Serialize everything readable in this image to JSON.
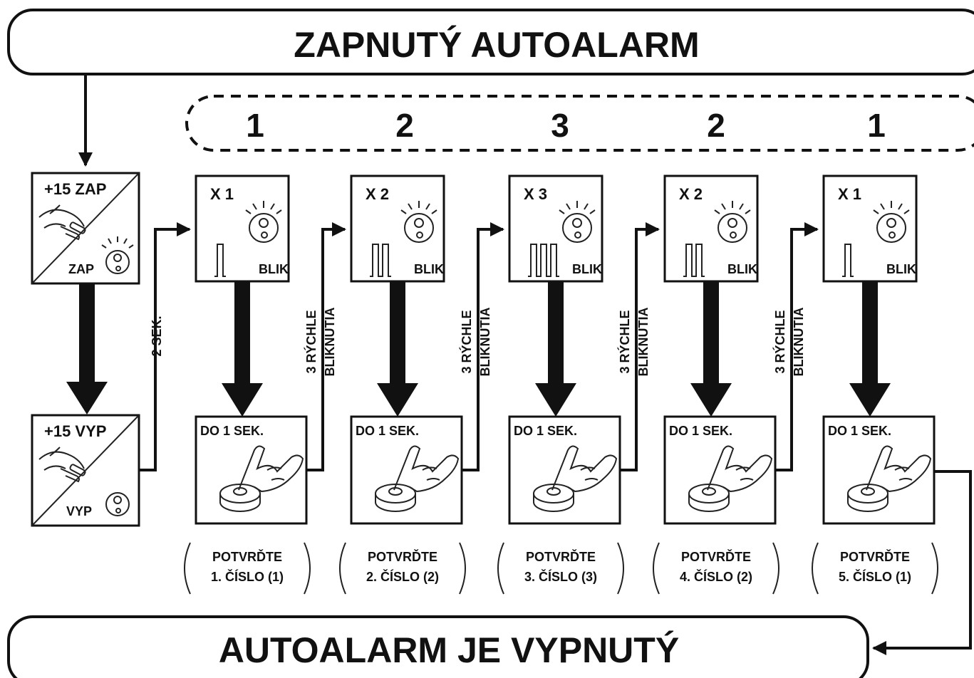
{
  "header": {
    "title": "ZAPNUTÝ AUTOALARM"
  },
  "footer": {
    "title": "AUTOALARM JE VYPNUTÝ"
  },
  "code_digits": [
    "1",
    "2",
    "3",
    "2",
    "1"
  ],
  "ignition": {
    "on_title": "+15 ZAP",
    "on_label": "ZAP",
    "off_title": "+15 VYP",
    "off_label": "VYP",
    "wait_label": "2 SEK."
  },
  "steps": [
    {
      "count": "X 1",
      "blink_label": "BLIK",
      "pulses": 1,
      "press_label": "DO 1 SEK.",
      "confirm_line1": "POTVRĎTE",
      "confirm_line2": "1. ČÍSLO (1)",
      "connector_line1": "3 RÝCHLE",
      "connector_line2": "BLIKNUTIA"
    },
    {
      "count": "X 2",
      "blink_label": "BLIK",
      "pulses": 2,
      "press_label": "DO 1 SEK.",
      "confirm_line1": "POTVRĎTE",
      "confirm_line2": "2. ČÍSLO (2)",
      "connector_line1": "3 RÝCHLE",
      "connector_line2": "BLIKNUTIA"
    },
    {
      "count": "X 3",
      "blink_label": "BLIK",
      "pulses": 3,
      "press_label": "DO 1 SEK.",
      "confirm_line1": "POTVRĎTE",
      "confirm_line2": "3. ČÍSLO (3)",
      "connector_line1": "3 RÝCHLE",
      "connector_line2": "BLIKNUTIA"
    },
    {
      "count": "X 2",
      "blink_label": "BLIK",
      "pulses": 2,
      "press_label": "DO 1 SEK.",
      "confirm_line1": "POTVRĎTE",
      "confirm_line2": "4. ČÍSLO (2)",
      "connector_line1": "3 RÝCHLE",
      "connector_line2": "BLIKNUTIA"
    },
    {
      "count": "X 1",
      "blink_label": "BLIK",
      "pulses": 1,
      "press_label": "DO 1 SEK.",
      "confirm_line1": "POTVRĎTE",
      "confirm_line2": "5. ČÍSLO (1)"
    }
  ]
}
